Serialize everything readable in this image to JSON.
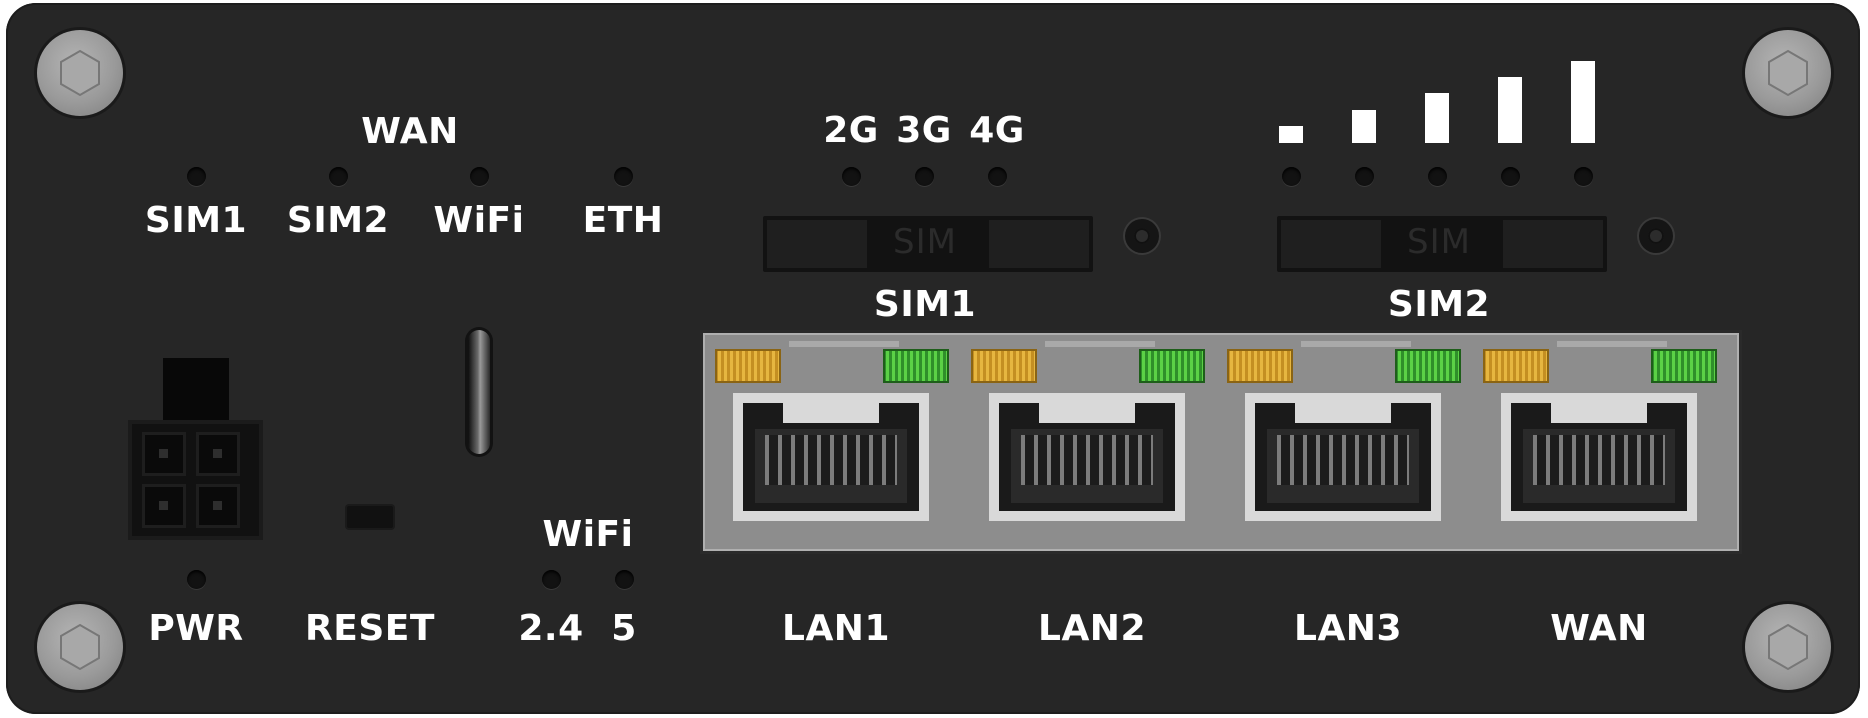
{
  "device": {
    "top_labels": {
      "wan_header": "WAN",
      "sim1": "SIM1",
      "sim2": "SIM2",
      "wifi": "WiFi",
      "eth": "ETH",
      "g2": "2G",
      "g3": "3G",
      "g4": "4G"
    },
    "sim_slots": {
      "slot_text": "SIM",
      "sim1_label": "SIM1",
      "sim2_label": "SIM2"
    },
    "bottom_labels": {
      "pwr": "PWR",
      "reset": "RESET",
      "wifi_header": "WiFi",
      "wifi_24": "2.4",
      "wifi_5": "5",
      "lan1": "LAN1",
      "lan2": "LAN2",
      "lan3": "LAN3",
      "wan": "WAN"
    },
    "signal_strength_bars": 5,
    "colors": {
      "panel": "#262626",
      "label": "#ffffff",
      "eth_led_orange": "#e6b640",
      "eth_led_green": "#5bd146"
    }
  }
}
